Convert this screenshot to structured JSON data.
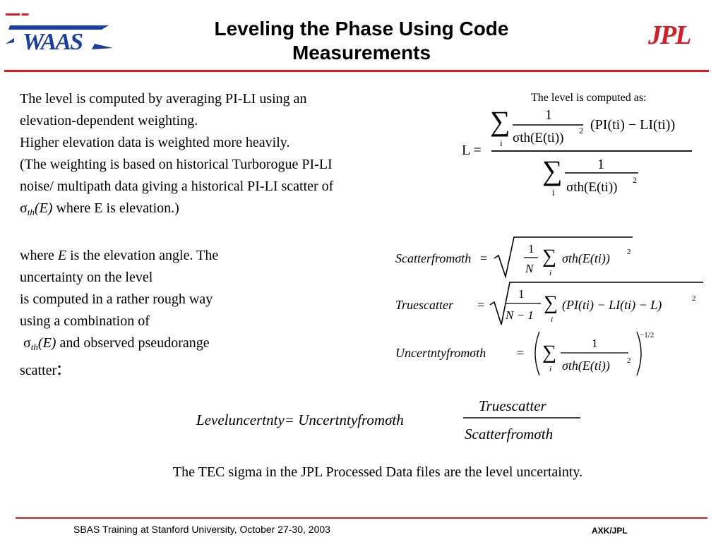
{
  "header": {
    "title_line1": "Leveling the Phase Using Code",
    "title_line2": "Measurements",
    "logo_left_text": "WAAS",
    "logo_right_text": "JPL"
  },
  "colors": {
    "accent_red": "#e01818",
    "logo_blue": "#1a3f9c",
    "logo_red": "#d81c24"
  },
  "body": {
    "para1_l1": "The level is computed by averaging PI-LI using an",
    "para1_l2": "elevation-dependent weighting.",
    "para1_l3": "Higher elevation data is weighted more heavily.",
    "para1_l4": "(The weighting is based on historical Turborogue PI-LI",
    "para1_l5": "noise/ multipath data giving a historical PI-LI scatter of",
    "sigma": "σ",
    "th": "th",
    "e_paren": "(E)",
    "para1_l6_tail": " where E is elevation.)",
    "para2_l1_a": "where ",
    "para2_l1_b": "E",
    "para2_l1_c": " is the elevation angle. The",
    "para2_l2": "uncertainty on the level",
    "para2_l3": "is computed in a rather rough way",
    "para2_l4": "using a combination of",
    "para2_l5_tail": "  and observed pseudorange",
    "para2_l6": "scatter",
    "para2_colon": ":"
  },
  "formula_level": {
    "caption": "The level is computed as:",
    "lhs": "L =",
    "sum": "∑",
    "index": "i",
    "one": "1",
    "sigma_th_E": "σth(E(ti))",
    "square": "2",
    "pi_li": "(PI(ti) − LI(ti))"
  },
  "formulas": {
    "scatter_lhs": "Scatterfromσth",
    "true_lhs": "Truescatter",
    "unc_lhs": "Uncertntyfromσth",
    "equals": "=",
    "one": "1",
    "N": "N",
    "N_minus_1": "N − 1",
    "sum": "∑",
    "index": "i",
    "sigma_th_E_t": "σth(E(ti))",
    "pi_li_L": "(PI(ti) − LI(ti) − L)",
    "two": "2",
    "neg_half": "−1/2"
  },
  "level_uncertainty": {
    "lhs": "Leveluncertnty= Uncertntyfromσth",
    "numerator": "Truescatter",
    "denominator": "Scatterfromσth"
  },
  "note": "The TEC sigma in the JPL Processed Data files are the level uncertainty.",
  "footer": {
    "left": "SBAS Training at Stanford University, October 27-30, 2003",
    "right": "AXK/JPL"
  }
}
